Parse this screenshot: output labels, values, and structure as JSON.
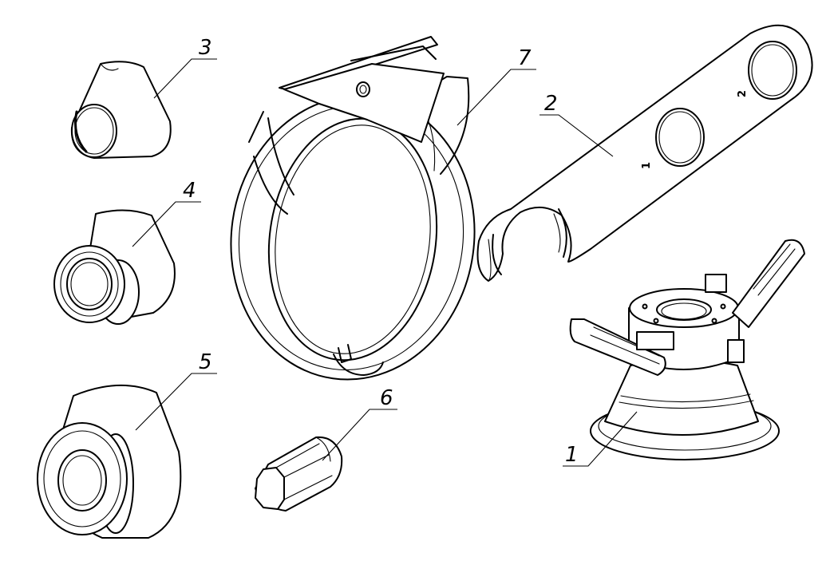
{
  "callouts": [
    {
      "id": "1",
      "label": "1"
    },
    {
      "id": "2",
      "label": "2"
    },
    {
      "id": "3",
      "label": "3"
    },
    {
      "id": "4",
      "label": "4"
    },
    {
      "id": "5",
      "label": "5"
    },
    {
      "id": "6",
      "label": "6"
    },
    {
      "id": "7",
      "label": "7"
    }
  ],
  "wrench_marks": [
    "1",
    "2"
  ],
  "colors": {
    "line": "#000000",
    "background": "#ffffff"
  }
}
